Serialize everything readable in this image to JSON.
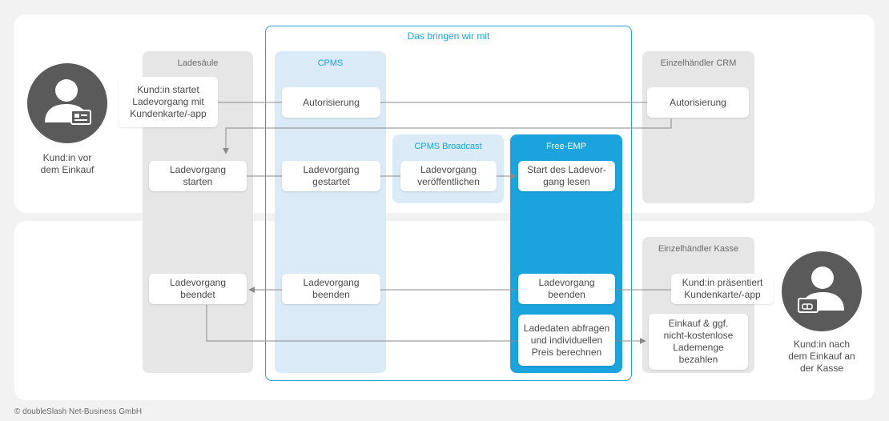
{
  "header": {
    "title": "Das bringen wir mit"
  },
  "columns": {
    "ladesaeule": "Ladesäule",
    "cpms": "CPMS",
    "broadcast": "CPMS Broadcast",
    "freeemp": "Free-EMP",
    "crm": "Einzelhändler CRM",
    "kasse": "Einzelhändler Kasse"
  },
  "boxes": {
    "kunde_startet": "Kund:in startet\nLadevorgang mit\nKundenkarte/-app",
    "autorisierung_cpms": "Autorisierung",
    "autorisierung_crm": "Autorisierung",
    "ladevorgang_starten": "Ladevorgang\nstarten",
    "ladevorgang_gestartet": "Ladevorgang\ngestartet",
    "ladevorgang_veroeffentlichen": "Ladevorgang\nveröffentlichen",
    "start_lesen": "Start des Ladevor-\ngang lesen",
    "ladevorgang_beendet": "Ladevorgang\nbeendet",
    "ladevorgang_beenden_cpms": "Ladevorgang\nbeenden",
    "ladevorgang_beenden_emp": "Ladevorgang\nbeenden",
    "kunde_praesentiert": "Kund:in präsentiert\nKundenkarte/-app",
    "ladedaten_abfragen": "Ladedaten abfragen\nund individuellen\nPreis berechnen",
    "einkauf_bezahlen": "Einkauf & ggf.\nnicht-kostenlose\nLademenge\nbezahlen"
  },
  "people": {
    "vor": "Kund:in vor\ndem Einkauf",
    "nach": "Kund:in nach\ndem Einkauf an\nder Kasse"
  },
  "footer": {
    "copyright": "© doubleSlash Net-Business GmbH"
  },
  "colors": {
    "accent": "#1aa3dd",
    "cpms_fill": "#daeaf6",
    "column_gray": "#e6e6e6",
    "avatar": "#5a5a5a",
    "line": "#8a8a8a"
  },
  "icons": {
    "person_vor": "person-with-card-icon",
    "person_nach": "person-with-card-icon"
  }
}
